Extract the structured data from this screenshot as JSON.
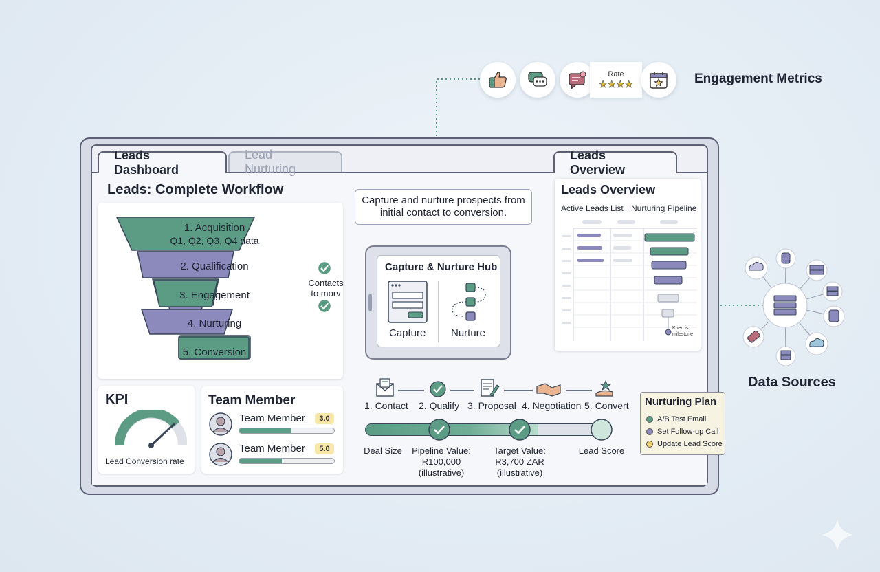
{
  "engagement": {
    "title": "Engagement Metrics",
    "rate_label": "Rate",
    "stars": "★★★★",
    "icons": [
      "thumbs-up-icon",
      "chat-bubbles-icon",
      "message-heart-icon",
      "rating-stars",
      "calendar-star-icon"
    ]
  },
  "tabs": {
    "active": "Leads Dashboard",
    "inactive": "Lead Nurturing",
    "right": "Leads Overview"
  },
  "workflow": {
    "title": "Leads: Complete Workflow",
    "stages": [
      {
        "label": "1. Acquisition",
        "sub": "Q1, Q2, Q3, Q4 data"
      },
      {
        "label": "2. Qualification"
      },
      {
        "label": "3. Engagement"
      },
      {
        "label": "4. Nurturing"
      },
      {
        "label": "5. Conversion"
      }
    ],
    "contacts_note": "Contacts\nto morv"
  },
  "callout": "Capture and nurture prospects from initial contact to conversion.",
  "hub": {
    "title": "Capture & Nurture Hub",
    "capture": "Capture",
    "nurture": "Nurture"
  },
  "overview": {
    "title": "Leads Overview",
    "col1": "Active Leads List",
    "col2": "Nurturing Pipeline",
    "milestone": "Koed is milestone"
  },
  "kpi": {
    "title": "KPI",
    "caption": "Lead Conversion rate",
    "gauge_value": 0.75
  },
  "team": {
    "title": "Team Member",
    "members": [
      {
        "name": "Team Member",
        "score": "3.0",
        "progress": 0.55
      },
      {
        "name": "Team Member",
        "score": "5.0",
        "progress": 0.45
      }
    ]
  },
  "process": {
    "steps": [
      "1. Contact",
      "2. Qualify",
      "3. Proposal",
      "4. Negotiation",
      "5. Convert"
    ],
    "deal_size": "Deal Size",
    "pipeline_value": "Pipeline Value:\nR100,000\n(illustrative)",
    "target_value": "Target Value:\nR3,700 ZAR\n(illustrative)",
    "lead_score": "Lead Score",
    "progress": 0.72
  },
  "plan": {
    "title": "Nurturing Plan",
    "items": [
      {
        "label": "A/B Test Email",
        "color": "#5c9c84"
      },
      {
        "label": "Set Follow-up Call",
        "color": "#8c89bd"
      },
      {
        "label": "Update Lead Score",
        "color": "#f1cf6e"
      }
    ]
  },
  "data_sources": {
    "title": "Data Sources"
  },
  "colors": {
    "green": "#5c9c84",
    "purple": "#8c89bd",
    "yellow": "#f1cf6e",
    "dashed": "#5c9c84"
  }
}
